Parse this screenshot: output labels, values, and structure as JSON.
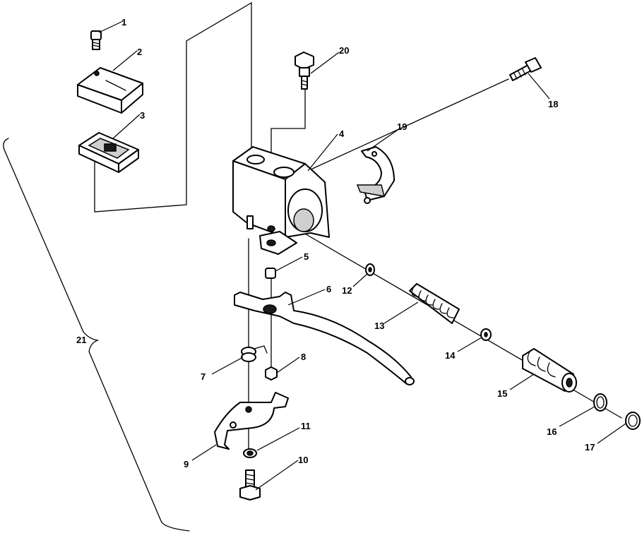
{
  "callouts": {
    "c1": "1",
    "c2": "2",
    "c3": "3",
    "c4": "4",
    "c5": "5",
    "c6": "6",
    "c7": "7",
    "c8": "8",
    "c9": "9",
    "c10": "10",
    "c11": "11",
    "c12": "12",
    "c13": "13",
    "c14": "14",
    "c15": "15",
    "c16": "16",
    "c17": "17",
    "c18": "18",
    "c19": "19",
    "c20": "20",
    "c21": "21"
  },
  "colors": {
    "line": "#000000",
    "background": "#ffffff",
    "shade": "#cfcfcf"
  }
}
